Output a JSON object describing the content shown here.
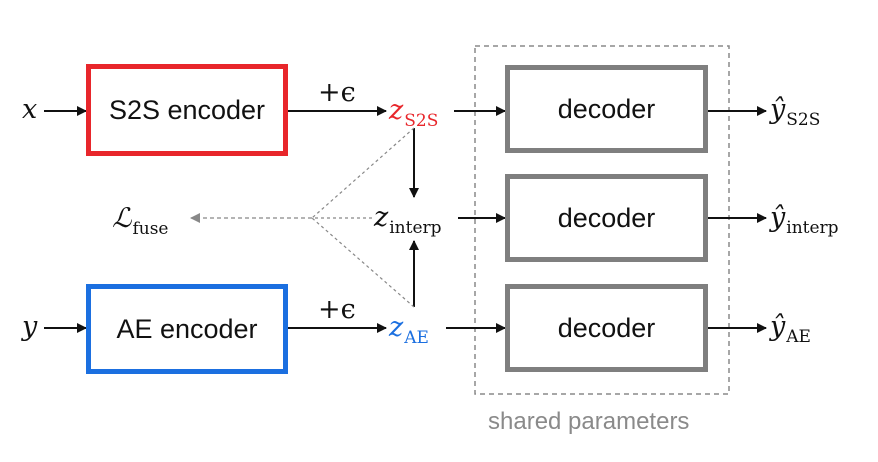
{
  "inputs": {
    "x": "x",
    "y": "y"
  },
  "encoders": {
    "s2s": "S2S encoder",
    "ae": "AE encoder"
  },
  "noise_label": "+ϵ",
  "latents": {
    "s2s": {
      "base": "z",
      "sub": "S2S"
    },
    "interp": {
      "base": "z",
      "sub": "interp"
    },
    "ae": {
      "base": "z",
      "sub": "AE"
    }
  },
  "loss": {
    "base": "ℒ",
    "sub": "fuse"
  },
  "decoders": [
    "decoder",
    "decoder",
    "decoder"
  ],
  "outputs": {
    "s2s": {
      "base": "ŷ",
      "sub": "S2S"
    },
    "interp": {
      "base": "ŷ",
      "sub": "interp"
    },
    "ae": {
      "base": "ŷ",
      "sub": "AE"
    }
  },
  "shared_label": "shared parameters",
  "colors": {
    "s2s_encoder": "#e8262b",
    "ae_encoder": "#1b6fe0",
    "decoder": "#7f7f7f",
    "shared_group": "#8a8a8a"
  }
}
